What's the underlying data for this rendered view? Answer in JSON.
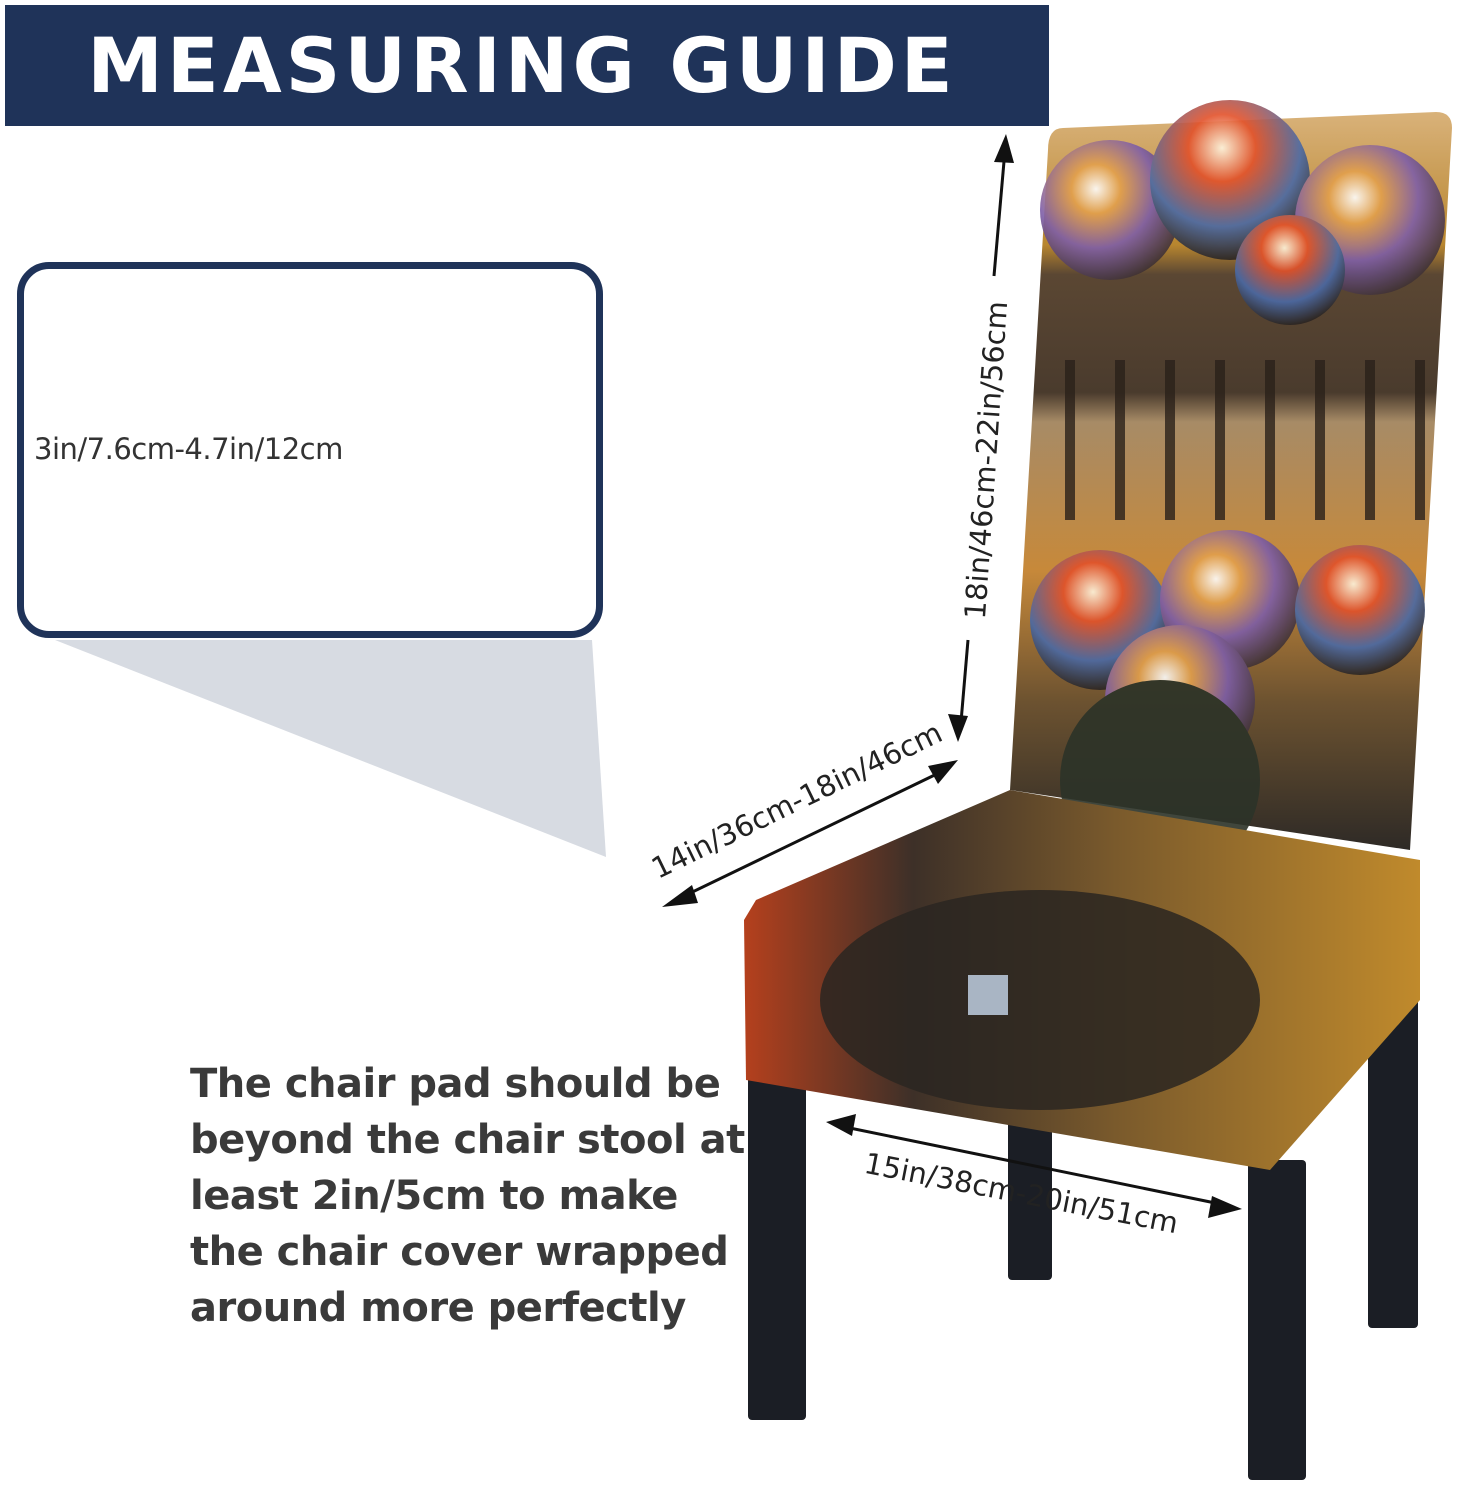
{
  "banner": {
    "title": "MEASURING GUIDE"
  },
  "callout": {
    "pad_thickness": "3in/7.6cm-4.7in/12cm"
  },
  "dimensions": {
    "backrest_height": "18in/46cm-22in/56cm",
    "backrest_width": "14in/36cm-18in/46cm",
    "seat_width": "15in/38cm-20in/51cm"
  },
  "note": {
    "lines": [
      "The chair pad should be",
      "beyond the chair stool at",
      "least 2in/5cm to make",
      "the chair cover wrapped",
      "around more perfectly"
    ]
  },
  "colors": {
    "navy": "#1f3359",
    "callout_shadow": "#d7dbe2",
    "chair_leg": "#1b1e25"
  }
}
